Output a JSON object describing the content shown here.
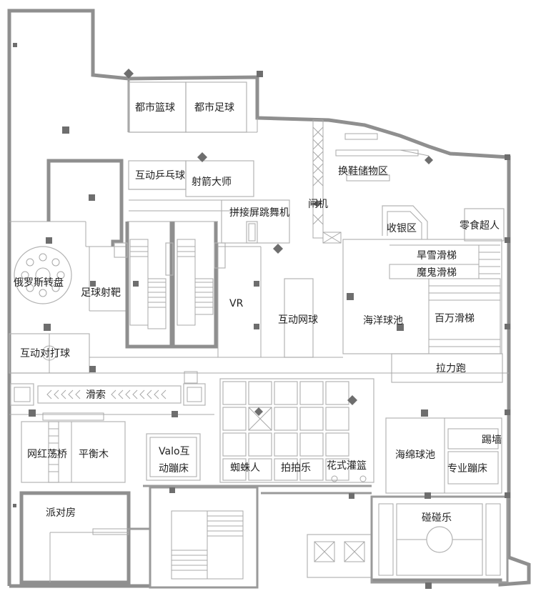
{
  "colors": {
    "wall": "#8f8f8f",
    "line": "#a8a8a8",
    "text": "#222222",
    "column": "#6e6e6e"
  },
  "labels": {
    "city_basketball": "都市篮球",
    "city_football": "都市足球",
    "interactive_table_tennis": "互动乒乓球",
    "archery_master": "射箭大师",
    "splice_dance": "拼接屏跳舞机",
    "gate": "闸机",
    "shoe_storage": "换鞋储物区",
    "cashier": "收银区",
    "snack_market": "零食超人",
    "snow_slide": "旱雪滑梯",
    "ghost_slide": "魔鬼滑梯",
    "ocean_ball_pool": "海洋球池",
    "million_slide": "百万滑梯",
    "pull_run": "拉力跑",
    "russian_turntable": "俄罗斯转盘",
    "football_target": "足球射靶",
    "vr": "VR",
    "interactive_tennis": "互动网球",
    "interactive_hitting": "互动对打球",
    "zipline": "滑索",
    "net_bridge": "网红荡桥",
    "balance_beam": "平衡木",
    "valo_line1": "Valo互",
    "valo_line2": "动蹦床",
    "spiderman": "蜘蛛人",
    "clap_fun": "拍拍乐",
    "fancy_dunk": "花式灌篮",
    "sponge_pool": "海绵球池",
    "wall_kick": "踢墙",
    "pro_trampoline": "专业蹦床",
    "party_room": "派对房",
    "bumper": "碰碰乐"
  }
}
